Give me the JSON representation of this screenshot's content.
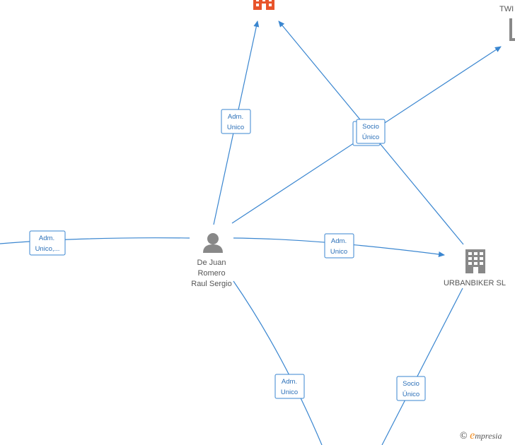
{
  "nodes": {
    "person": {
      "label_lines": [
        "De Juan",
        "Romero",
        "Raul Sergio"
      ],
      "icon": "person-icon",
      "color": "#888888"
    },
    "urbanbiker": {
      "label": "URBANBIKER SL",
      "icon": "building-icon",
      "color": "#888888"
    },
    "top_company": {
      "icon": "building-icon",
      "color": "#e8542b"
    },
    "top_right_company": {
      "label_fragment": "TWI",
      "icon": "building-icon",
      "color": "#888888"
    }
  },
  "edge_labels": {
    "top_admin": [
      "Adm.",
      "Unico"
    ],
    "socio_top": [
      "Socio",
      "Único"
    ],
    "left_admin": [
      "Adm.",
      "Unico,..."
    ],
    "right_admin": [
      "Adm.",
      "Unico"
    ],
    "bottom_admin": [
      "Adm.",
      "Unico"
    ],
    "bottom_socio": [
      "Socio",
      "Único"
    ]
  },
  "footer": {
    "copyright_symbol": "©",
    "brand_initial": "e",
    "brand_rest": "mpresia"
  },
  "colors": {
    "edge": "#3a86d0",
    "accent": "#e8542b",
    "node_gray": "#888888"
  }
}
